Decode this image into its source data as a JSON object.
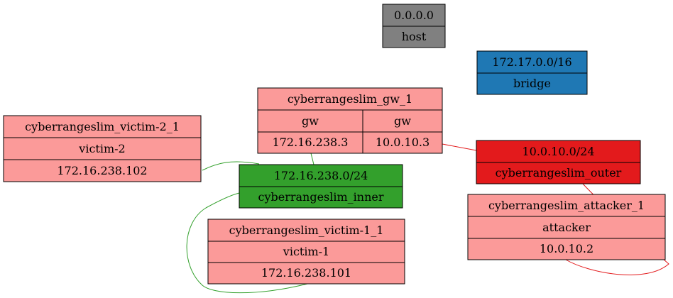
{
  "colors": {
    "host_fill": "#808080",
    "bridge_fill": "#1f78b4",
    "outer_fill": "#e31a1c",
    "inner_fill": "#33a02c",
    "container_fill": "#fb9a99",
    "outer_edge": "#e31a1c",
    "inner_edge": "#33a02c"
  },
  "networks": {
    "host": {
      "subnet": "0.0.0.0",
      "name": "host"
    },
    "bridge": {
      "subnet": "172.17.0.0/16",
      "name": "bridge"
    },
    "outer": {
      "subnet": "10.0.10.0/24",
      "name": "cyberrangeslim_outer"
    },
    "inner": {
      "subnet": "172.16.238.0/24",
      "name": "cyberrangeslim_inner"
    }
  },
  "containers": {
    "gw": {
      "name": "cyberrangeslim_gw_1",
      "interfaces": [
        {
          "alias": "gw",
          "ip": "172.16.238.3"
        },
        {
          "alias": "gw",
          "ip": "10.0.10.3"
        }
      ]
    },
    "victim2": {
      "name": "cyberrangeslim_victim-2_1",
      "alias": "victim-2",
      "ip": "172.16.238.102"
    },
    "victim1": {
      "name": "cyberrangeslim_victim-1_1",
      "alias": "victim-1",
      "ip": "172.16.238.101"
    },
    "attacker": {
      "name": "cyberrangeslim_attacker_1",
      "alias": "attacker",
      "ip": "10.0.10.2"
    }
  }
}
